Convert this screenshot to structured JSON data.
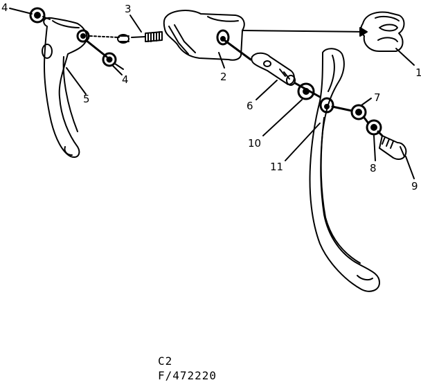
{
  "callouts": [
    "1",
    "2",
    "3",
    "4",
    "4",
    "5",
    "6",
    "7",
    "8",
    "9",
    "10",
    "11"
  ],
  "caption": {
    "line1": "C2",
    "line2": "F/472220"
  }
}
